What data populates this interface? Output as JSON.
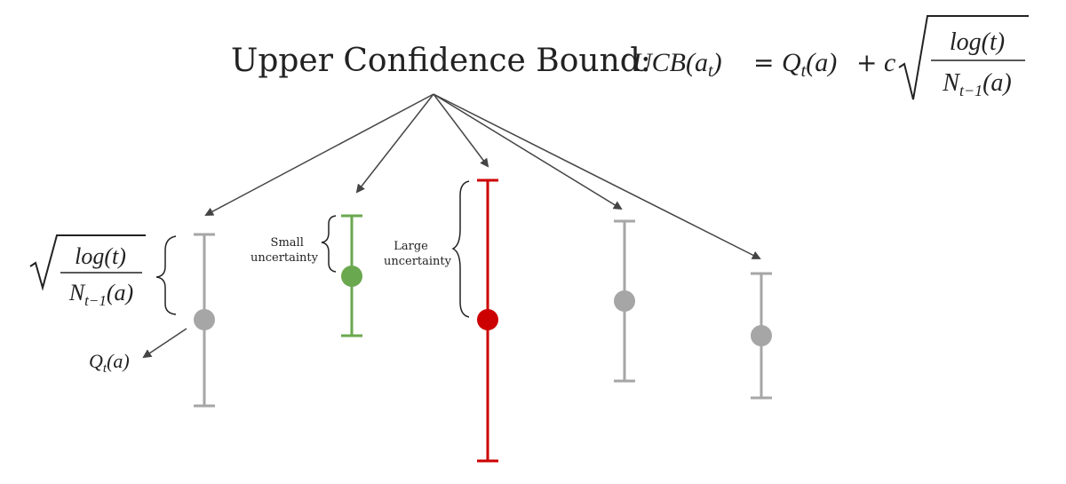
{
  "title": {
    "text": "Upper Confidence Bound:",
    "formula_lhs": "UCB(a",
    "formula_lhs_sub": "t",
    "formula_lhs_close": ")",
    "equals": "=",
    "q_main": "Q",
    "q_sub": "t",
    "q_arg": "(a)",
    "plus": "+",
    "c": "c",
    "frac_num": "log(t)",
    "frac_den_main": "N",
    "frac_den_sub": "t−1",
    "frac_den_arg": "(a)"
  },
  "left_annotation": {
    "frac_num": "log(t)",
    "frac_den_main": "N",
    "frac_den_sub": "t−1",
    "frac_den_arg": "(a)",
    "q_main": "Q",
    "q_sub": "t",
    "q_arg": "(a)"
  },
  "annotations": {
    "small_line1": "Small",
    "small_line2": "uncertainty",
    "large_line1": "Large",
    "large_line2": "uncertainty"
  },
  "colors": {
    "gray": "#a6a6a6",
    "green": "#6aa84f",
    "red": "#cc0000",
    "arrow": "#444444",
    "text": "#222222"
  }
}
